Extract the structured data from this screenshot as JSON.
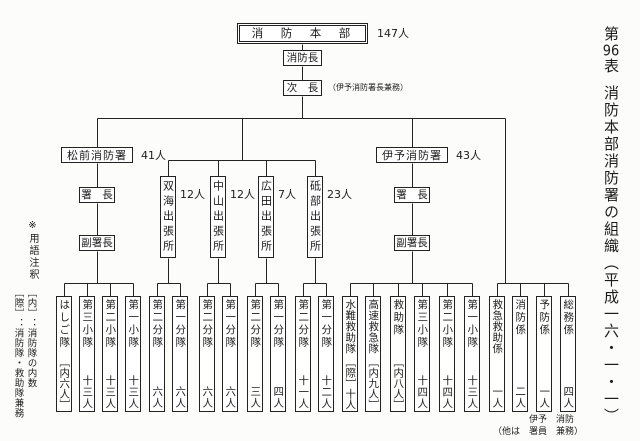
{
  "title": {
    "table_no_prefix": "第",
    "table_no_num": "96",
    "table_no_suffix": "表",
    "main": "消防本部消防署の組織",
    "date": "（平成一六・一・一）"
  },
  "headquarters": {
    "label": "消　防　本　部",
    "count": "147人"
  },
  "chief": {
    "label": "消防長"
  },
  "deputy": {
    "label": "次　長",
    "note": "（伊予消防署長兼務）"
  },
  "stations": [
    {
      "label": "松前消防署",
      "count": "41人",
      "head": "署　長",
      "vice": "副署長",
      "units": [
        {
          "name": "はしご隊",
          "count": "［内六人］"
        },
        {
          "name": "第三小隊",
          "count": "十三人"
        },
        {
          "name": "第二小隊",
          "count": "十三人"
        },
        {
          "name": "第一小隊",
          "count": "十三人"
        }
      ]
    },
    {
      "label": "伊予消防署",
      "count": "43人",
      "head": "署　長",
      "vice": "副署長",
      "units": [
        {
          "name": "水難救助隊",
          "count": "［際］十人"
        },
        {
          "name": "高速救急隊",
          "count": "［内九人］"
        },
        {
          "name": "救助隊",
          "count": "［内八人］"
        },
        {
          "name": "第三小隊",
          "count": "十四人"
        },
        {
          "name": "第二小隊",
          "count": "十四人"
        },
        {
          "name": "第一小隊",
          "count": "十三人"
        }
      ]
    }
  ],
  "branches": [
    {
      "label": "双海出張所",
      "count": "12人",
      "units": [
        {
          "name": "第二分隊",
          "count": "六人"
        },
        {
          "name": "第一分隊",
          "count": "六人"
        }
      ]
    },
    {
      "label": "中山出張所",
      "count": "12人",
      "units": [
        {
          "name": "第二分隊",
          "count": "六人"
        },
        {
          "name": "第一分隊",
          "count": "六人"
        }
      ]
    },
    {
      "label": "広田出張所",
      "count": "7人",
      "units": [
        {
          "name": "第二分隊",
          "count": "三人"
        },
        {
          "name": "第一分隊",
          "count": "四人"
        }
      ]
    },
    {
      "label": "砥部出張所",
      "count": "23人",
      "units": [
        {
          "name": "第二分隊",
          "count": "十一人"
        },
        {
          "name": "第一分隊",
          "count": "十二人"
        }
      ]
    }
  ],
  "hq_sections": {
    "sections": [
      {
        "name": "救急救助係",
        "count": "一人"
      },
      {
        "name": "消防係",
        "count": "二人"
      },
      {
        "name": "予防係",
        "count": "一人"
      },
      {
        "name": "総務係",
        "count": "四人"
      }
    ],
    "note_line1": "伊予　消防",
    "note_line2": "（他は　署員　兼務）"
  },
  "legend": {
    "heading": "※用語注釈",
    "items": [
      {
        "tag": "［内］",
        "desc": "：消防隊の内数"
      },
      {
        "tag": "［際］",
        "desc": "：消防隊・救助隊兼務"
      }
    ]
  }
}
